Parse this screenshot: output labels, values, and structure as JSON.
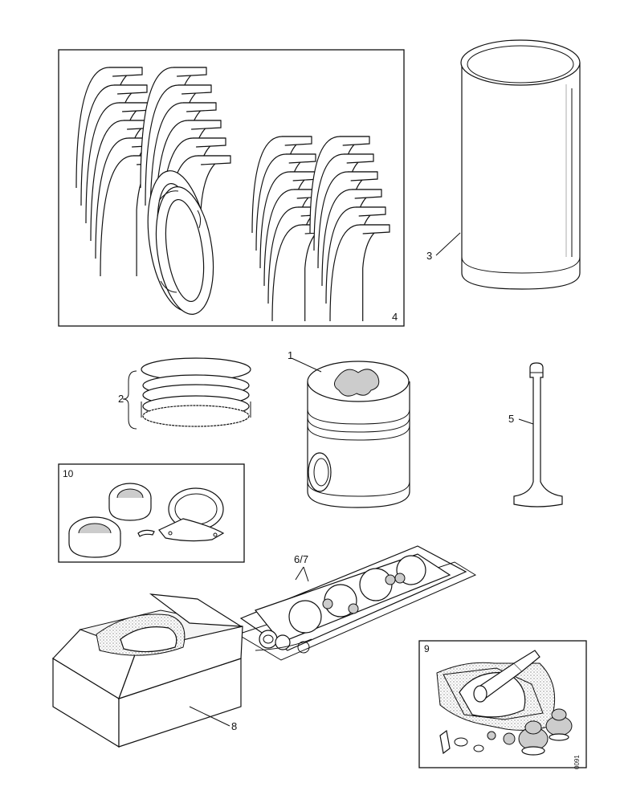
{
  "callouts": {
    "piston": "1",
    "rings": "2",
    "liner": "3",
    "bearings_box": "4",
    "valve": "5",
    "gasket_set": "6/7",
    "gasket_box": "8",
    "pump_kit": "9",
    "seals_box": "10"
  },
  "drawing_code": "0091"
}
